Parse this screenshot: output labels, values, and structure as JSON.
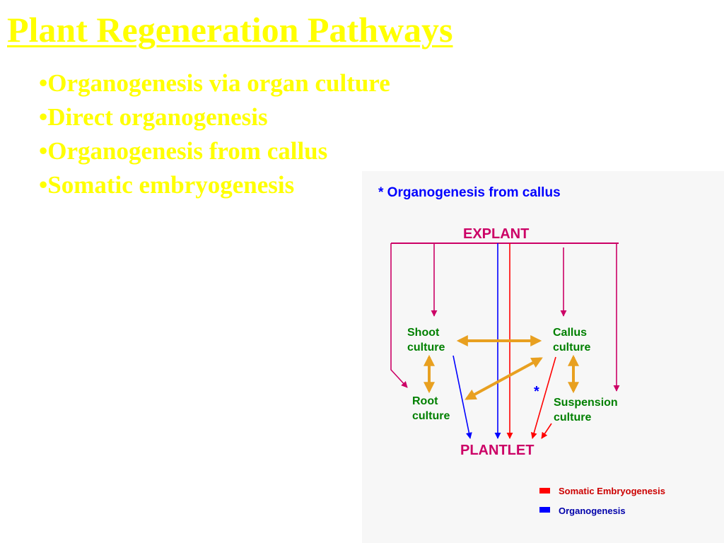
{
  "slide": {
    "title": "Plant Regeneration Pathways",
    "bullets": [
      "Organogenesis via organ culture",
      "Direct organogenesis",
      "Organogenesis from callus",
      "Somatic embryogenesis"
    ]
  },
  "diagram": {
    "heading": "* Organogenesis from callus",
    "explant_label": "EXPLANT",
    "plantlet_label": "PLANTLET",
    "nodes": {
      "shoot": [
        "Shoot",
        "culture"
      ],
      "callus": [
        "Callus",
        "culture"
      ],
      "root": [
        "Root",
        "culture"
      ],
      "suspension": [
        "Suspension",
        "culture"
      ]
    },
    "asterisk": "*",
    "legend": [
      {
        "label": "Somatic Embryogenesis",
        "color": "#ff0000"
      },
      {
        "label": "Organogenesis",
        "color": "#0000ff"
      }
    ],
    "colors": {
      "title": "#ffff00",
      "heading": "#0000ff",
      "explant": "#cc0066",
      "node_text": "#008000",
      "bidirectional_arrow": "#e8a020",
      "somatic_arrow": "#ff0000",
      "organogenesis_arrow": "#0000ff"
    }
  }
}
